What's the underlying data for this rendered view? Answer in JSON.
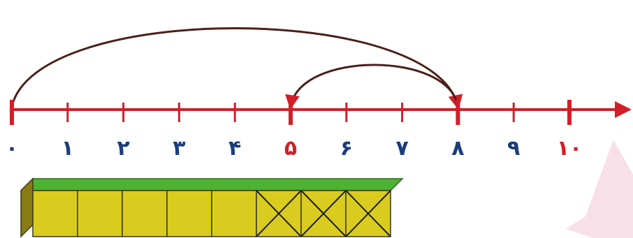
{
  "number_line": {
    "tick_labels": [
      "۰",
      "۱",
      "۲",
      "۳",
      "۴",
      "۵",
      "۶",
      "۷",
      "۸",
      "۹",
      "۱۰"
    ],
    "tick_values": [
      0,
      1,
      2,
      3,
      4,
      5,
      6,
      7,
      8,
      9,
      10
    ],
    "highlighted_values": [
      0,
      5,
      8,
      10
    ],
    "jumps": [
      {
        "from": 0,
        "to": 8
      },
      {
        "from": 8,
        "to": 5
      }
    ]
  },
  "blocks": {
    "total": 8,
    "crossed_out": 3
  },
  "colors": {
    "axis": "#d11f2a",
    "arc": "#4a2018",
    "label_main": "#1c3d7a",
    "label_highlight": "#d11f2a",
    "block_front": "#d9cc1e",
    "block_top": "#4eb232",
    "block_side": "#8a7a12",
    "block_edge": "#3a3a1a",
    "watermark": "#f3c6d6"
  }
}
